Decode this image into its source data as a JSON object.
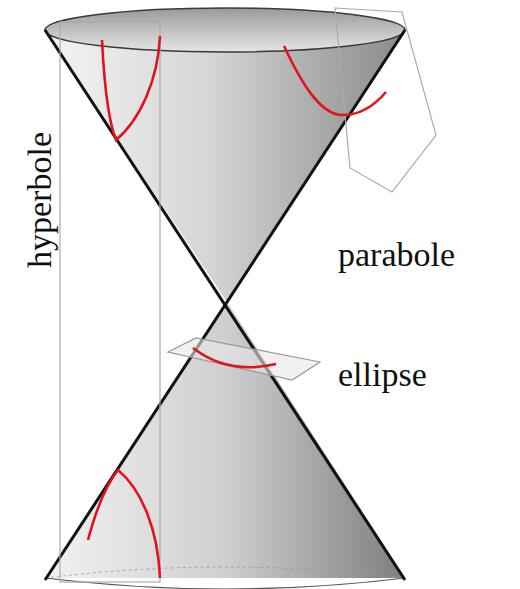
{
  "diagram": {
    "labels": [
      "hyperbole",
      "parabole",
      "ellipse"
    ]
  }
}
